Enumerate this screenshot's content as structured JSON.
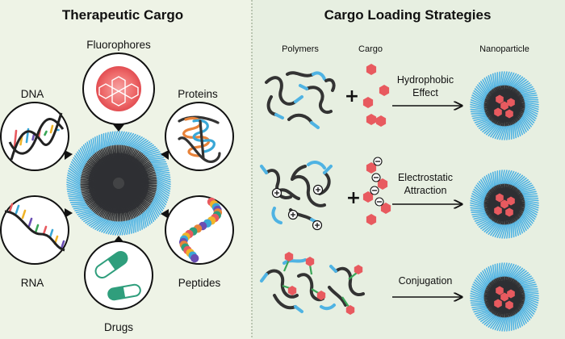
{
  "panels": {
    "left": {
      "title": "Therapeutic Cargo",
      "labels": {
        "fluorophores": "Fluorophores",
        "proteins": "Proteins",
        "dna": "DNA",
        "rna": "RNA",
        "drugs": "Drugs",
        "peptides": "Peptides"
      }
    },
    "right": {
      "title": "Cargo Loading Strategies",
      "headers": {
        "polymers": "Polymers",
        "cargo": "Cargo",
        "nanoparticle": "Nanoparticle"
      },
      "rows": [
        {
          "line1": "Hydrophobic",
          "line2": "Effect",
          "plus": "+"
        },
        {
          "line1": "Electrostatic",
          "line2": "Attraction",
          "plus": "+"
        },
        {
          "line1": "Conjugation",
          "line2": ""
        }
      ]
    }
  },
  "colors": {
    "left_bg": "#eef3e6",
    "right_bg": "#e6eee0",
    "hairs": "#4fb3e3",
    "core": "#2f3033",
    "cargo": "#e85a5f",
    "linker": "#3aa657",
    "drug": "#2f9e7c"
  }
}
